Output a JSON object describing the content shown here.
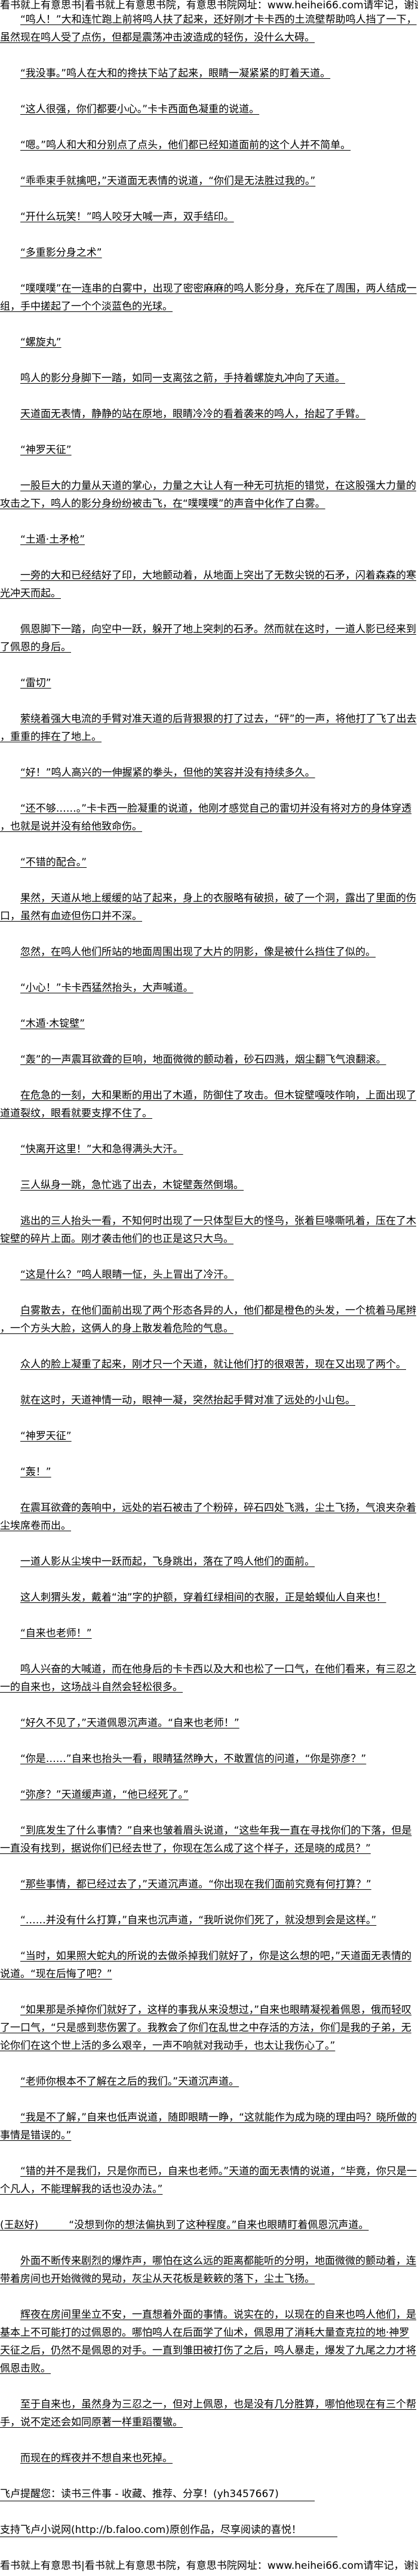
{
  "banner": "看书就上有意思书|看书就上有意思书院，有意思书院网址：www.heihei66.com请牢记，谢谢",
  "paragraphs": [
    {
      "text": "“鸣人！”大和连忙跑上前将鸣人扶了起来，还好刚才卡卡西的土流壁帮助鸣人挡了一下，虽然现在鸣人受了点伤，但都是震荡冲击波造成的轻伤，没什么大碍。"
    },
    {
      "text": "“我没事。”鸣人在大和的搀扶下站了起来，眼睛一凝紧紧的盯着天道。"
    },
    {
      "text": "“这人很强，你们都要小心。”卡卡西面色凝重的说道。"
    },
    {
      "text": "“嗯。”鸣人和大和分别点了点头，他们都已经知道面前的这个人并不简单。"
    },
    {
      "text": "“乖乖束手就擒吧，”天道面无表情的说道，“你们是无法胜过我的。”"
    },
    {
      "text": "“开什么玩笑！”鸣人咬牙大喊一声，双手结印。"
    },
    {
      "text": "“多重影分身之术”"
    },
    {
      "text": "“噗噗噗”在一连串的白雾中，出现了密密麻麻的鸣人影分身，充斥在了周围，两人结成一组，手中搓起了一个个淡蓝色的光球。"
    },
    {
      "text": "“螺旋丸”"
    },
    {
      "text": "鸣人的影分身脚下一踏，如同一支离弦之箭，手持着螺旋丸冲向了天道。"
    },
    {
      "text": "天道面无表情，静静的站在原地，眼睛冷冷的看着袭来的鸣人，抬起了手臂。"
    },
    {
      "text": "“神罗天征”"
    },
    {
      "text": "一股巨大的力量从天道的掌心，力量之大让人有一种无可抗拒的错觉，在这股强大力量的攻击之下，鸣人的影分身纷纷被击飞，在“噗噗噗”的声音中化作了白雾。"
    },
    {
      "text": "“土遁·土矛枪”"
    },
    {
      "text": "一旁的大和已经结好了印，大地颤动着，从地面上突出了无数尖锐的石矛，闪着森森的寒光冲天而起。"
    },
    {
      "text": "佩恩脚下一踏，向空中一跃，躲开了地上突刺的石矛。然而就在这时，一道人影已经来到了佩恩的身后。"
    },
    {
      "text": "“雷切”"
    },
    {
      "text": "萦绕着强大电流的手臂对准天道的后背狠狠的打了过去，“砰”的一声，将他打了飞了出去，重重的摔在了地上。"
    },
    {
      "text": "“好！”鸣人高兴的一伸握紧的拳头，但他的笑容并没有持续多久。"
    },
    {
      "text": "“还不够……。”卡卡西一脸凝重的说道，他刚才感觉自己的雷切并没有将对方的身体穿透，也就是说并没有给他致命伤。"
    },
    {
      "text": "“不错的配合。”"
    },
    {
      "text": "果然，天道从地上缓缓的站了起来，身上的衣服略有破损，破了一个洞，露出了里面的伤口，虽然有血迹但伤口并不深。"
    },
    {
      "text": "忽然，在鸣人他们所站的地面周围出现了大片的阴影，像是被什么挡住了似的。"
    },
    {
      "text": "“小心！”卡卡西猛然抬头，大声喊道。"
    },
    {
      "text": "“木遁·木锭壁”"
    },
    {
      "text": "“轰”的一声震耳欲聋的巨响，地面微微的颤动着，砂石四溅，烟尘翻飞气浪翻滚。"
    },
    {
      "text": "在危急的一刻，大和果断的用出了木遁，防御住了攻击。但木锭壁嘎吱作响，上面出现了道道裂纹，眼看就要支撑不住了。"
    },
    {
      "text": "“快离开这里！”大和急得满头大汗。"
    },
    {
      "text": "三人纵身一跳，急忙逃了出去，木锭壁轰然倒塌。"
    },
    {
      "text": "逃出的三人抬头一看，不知何时出现了一只体型巨大的怪鸟，张着巨喙嘶吼着，压在了木锭壁的碎片上面。刚才袭击他们的也正是这只大鸟。"
    },
    {
      "text": "“这是什么？”鸣人眼睛一怔，头上冒出了冷汗。"
    },
    {
      "text": "白雾散去，在他们面前出现了两个形态各异的人，他们都是橙色的头发，一个梳着马尾辫，一个方头大脸，这俩人的身上散发着危险的气息。"
    },
    {
      "text": "众人的脸上凝重了起来，刚才只一个天道，就让他们打的很艰苦，现在又出现了两个。"
    },
    {
      "text": "就在这时，天道神情一动，眼神一凝，突然抬起手臂对准了远处的小山包。"
    },
    {
      "text": "“神罗天征”"
    },
    {
      "text": "“轰！”"
    },
    {
      "text": "在震耳欲聋的轰响中，远处的岩石被击了个粉碎，碎石四处飞溅，尘土飞扬，气浪夹杂着尘埃席卷而出。"
    },
    {
      "text": "一道人影从尘埃中一跃而起，飞身跳出，落在了鸣人他们的面前。"
    },
    {
      "text": "这人刺猬头发，戴着“油”字的护额，穿着红绿相间的衣服，正是蛤蟆仙人自来也！"
    },
    {
      "text": "“自来也老师！”"
    },
    {
      "text": "鸣人兴奋的大喊道，而在他身后的卡卡西以及大和也松了一口气，在他们看来，有三忍之一的自来也，这场战斗自然会轻松很多。"
    },
    {
      "text": "“好久不见了，”天道佩恩沉声道。“自来也老师！”"
    },
    {
      "text": "“你是……”自来也抬头一看，眼睛猛然睁大，不敢置信的问道，“你是弥彦？”"
    },
    {
      "text": "“弥彦？”天道缓声道，“他已经死了。”"
    },
    {
      "text": "“到底发生了什么事情？”自来也皱着眉头说道，“这些年我一直在寻找你们的下落，但是一直没有找到，据说你们已经去世了，你现在怎么成了这个样子，还是晓的成员？”"
    },
    {
      "text": "“那些事情，都已经过去了，”天道沉声道。“你出现在我们面前究竟有何打算？”"
    },
    {
      "text": "“……并没有什么打算，”自来也沉声道，“我听说你们死了，就没想到会是这样。”"
    },
    {
      "text": "“当时，如果照大蛇丸的所说的去做杀掉我们就好了，你是这么想的吧，”天道面无表情的说道。“现在后悔了吧？”"
    },
    {
      "text": "“如果那是杀掉你们就好了，这样的事我从来没想过，”自来也眼睛凝视着佩恩，俄而轻叹了一口气，“只是感到悲伤罢了。我教会了你们在乱世之中存活的方法，你们是我的子弟，无论你们在这个世上活的多么艰辛，一声不响就对我动手，也太让我伤心了。”"
    },
    {
      "text": "“老师你根本不了解在之后的我们。”天道沉声道。"
    },
    {
      "text": "“我是不了解，”自来也低声说道，随即眼睛一睁，“这就能作为成为晓的理由吗？晓所做的事情是错误的。”"
    },
    {
      "text": "“错的并不是我们，只是你而已，自来也老师。”天道的面无表情的说道，“毕竟，你只是一个凡人，不能理解我的话也没办法。”"
    },
    {
      "text": "(王赵好)　　　“没想到你的想法偏执到了这种程度。”自来也眼睛盯着佩恩沉声道。",
      "noindent": true
    },
    {
      "text": "外面不断传来剧烈的爆炸声，哪怕在这么远的距离都能听的分明，地面微微的颤动着，连带着房间也开始微微的晃动，灰尘从天花板是簌簌的落下，尘土飞扬。"
    },
    {
      "text": "辉夜在房间里坐立不安，一直想着外面的事情。说实在的，以现在的自来也鸣人他们，是基本上不可能打的过佩恩的。哪怕鸣人在后面学了仙术，佩恩用了消耗大量查克拉的地·神罗天征之后，仍然不是佩恩的对手。一直到雏田被打伤了之后，鸣人暴走，爆发了九尾之力才将佩恩击败。"
    },
    {
      "text": "至于自来也，虽然身为三忍之一，但对上佩恩，也是没有几分胜算，哪怕他现在有三个帮手，说不定还会如同原著一样重蹈覆辙。"
    },
    {
      "text": "而现在的辉夜并不想自来也死掉。"
    }
  ],
  "promo": {
    "reminder": "飞卢提醒您：读书三件事 - 收藏、推荐、分享！(yh3457667)",
    "support": "支持飞卢小说网(http://b.faloo.com)原创作品，尽享阅读的喜悦！"
  }
}
